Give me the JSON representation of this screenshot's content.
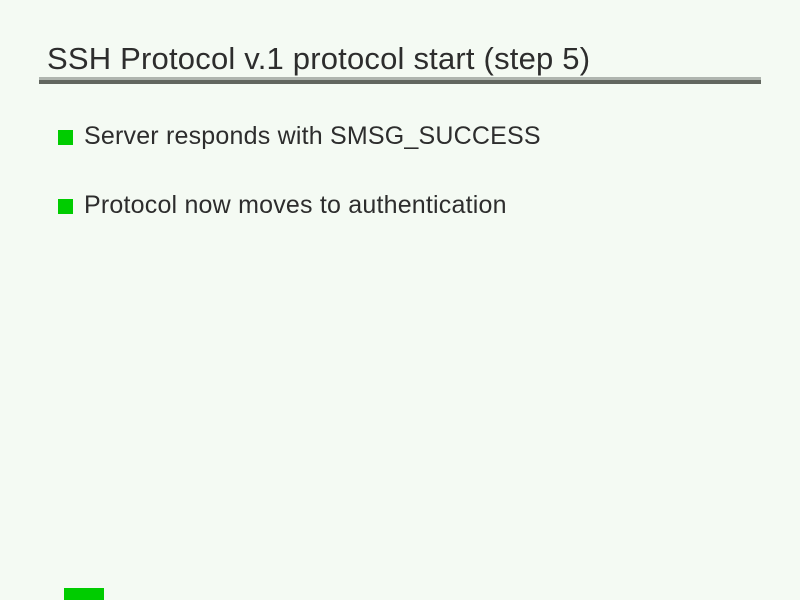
{
  "slide": {
    "title": "SSH Protocol v.1 protocol start (step 5)",
    "bullets": [
      "Server responds with SMSG_SUCCESS",
      "Protocol now moves to authentication"
    ],
    "colors": {
      "background": "#f4faf3",
      "bullet_green": "#00cc00",
      "text": "#2d2d2d",
      "rule_dark": "#62665f",
      "rule_light": "#afb5af"
    }
  }
}
